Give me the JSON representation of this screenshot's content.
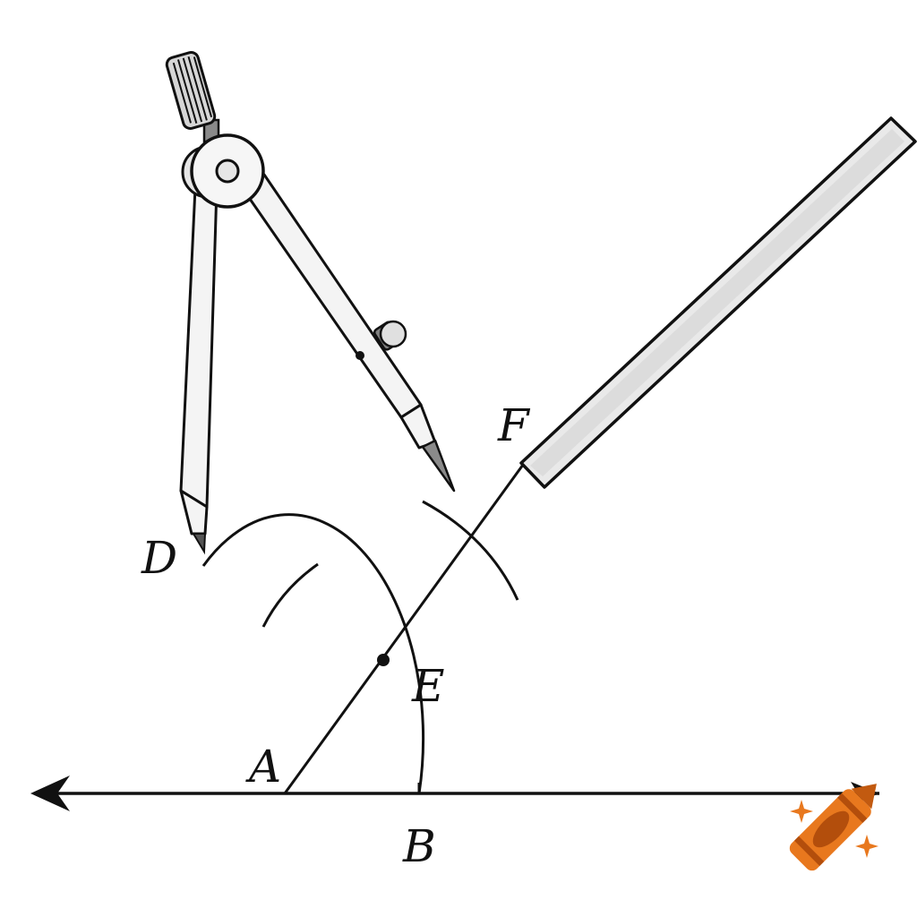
{
  "points": {
    "A": {
      "label": "A"
    },
    "B": {
      "label": "B"
    },
    "D": {
      "label": "D"
    },
    "E": {
      "label": "E"
    },
    "F": {
      "label": "F"
    }
  },
  "icons": {
    "compass": "compass-icon",
    "ruler": "ruler-icon",
    "brand": "crayon-icon"
  },
  "colors": {
    "line": "#111111",
    "tool_fill": "#f2f2f2",
    "tool_dark": "#808080",
    "brand_orange": "#e8781e"
  }
}
